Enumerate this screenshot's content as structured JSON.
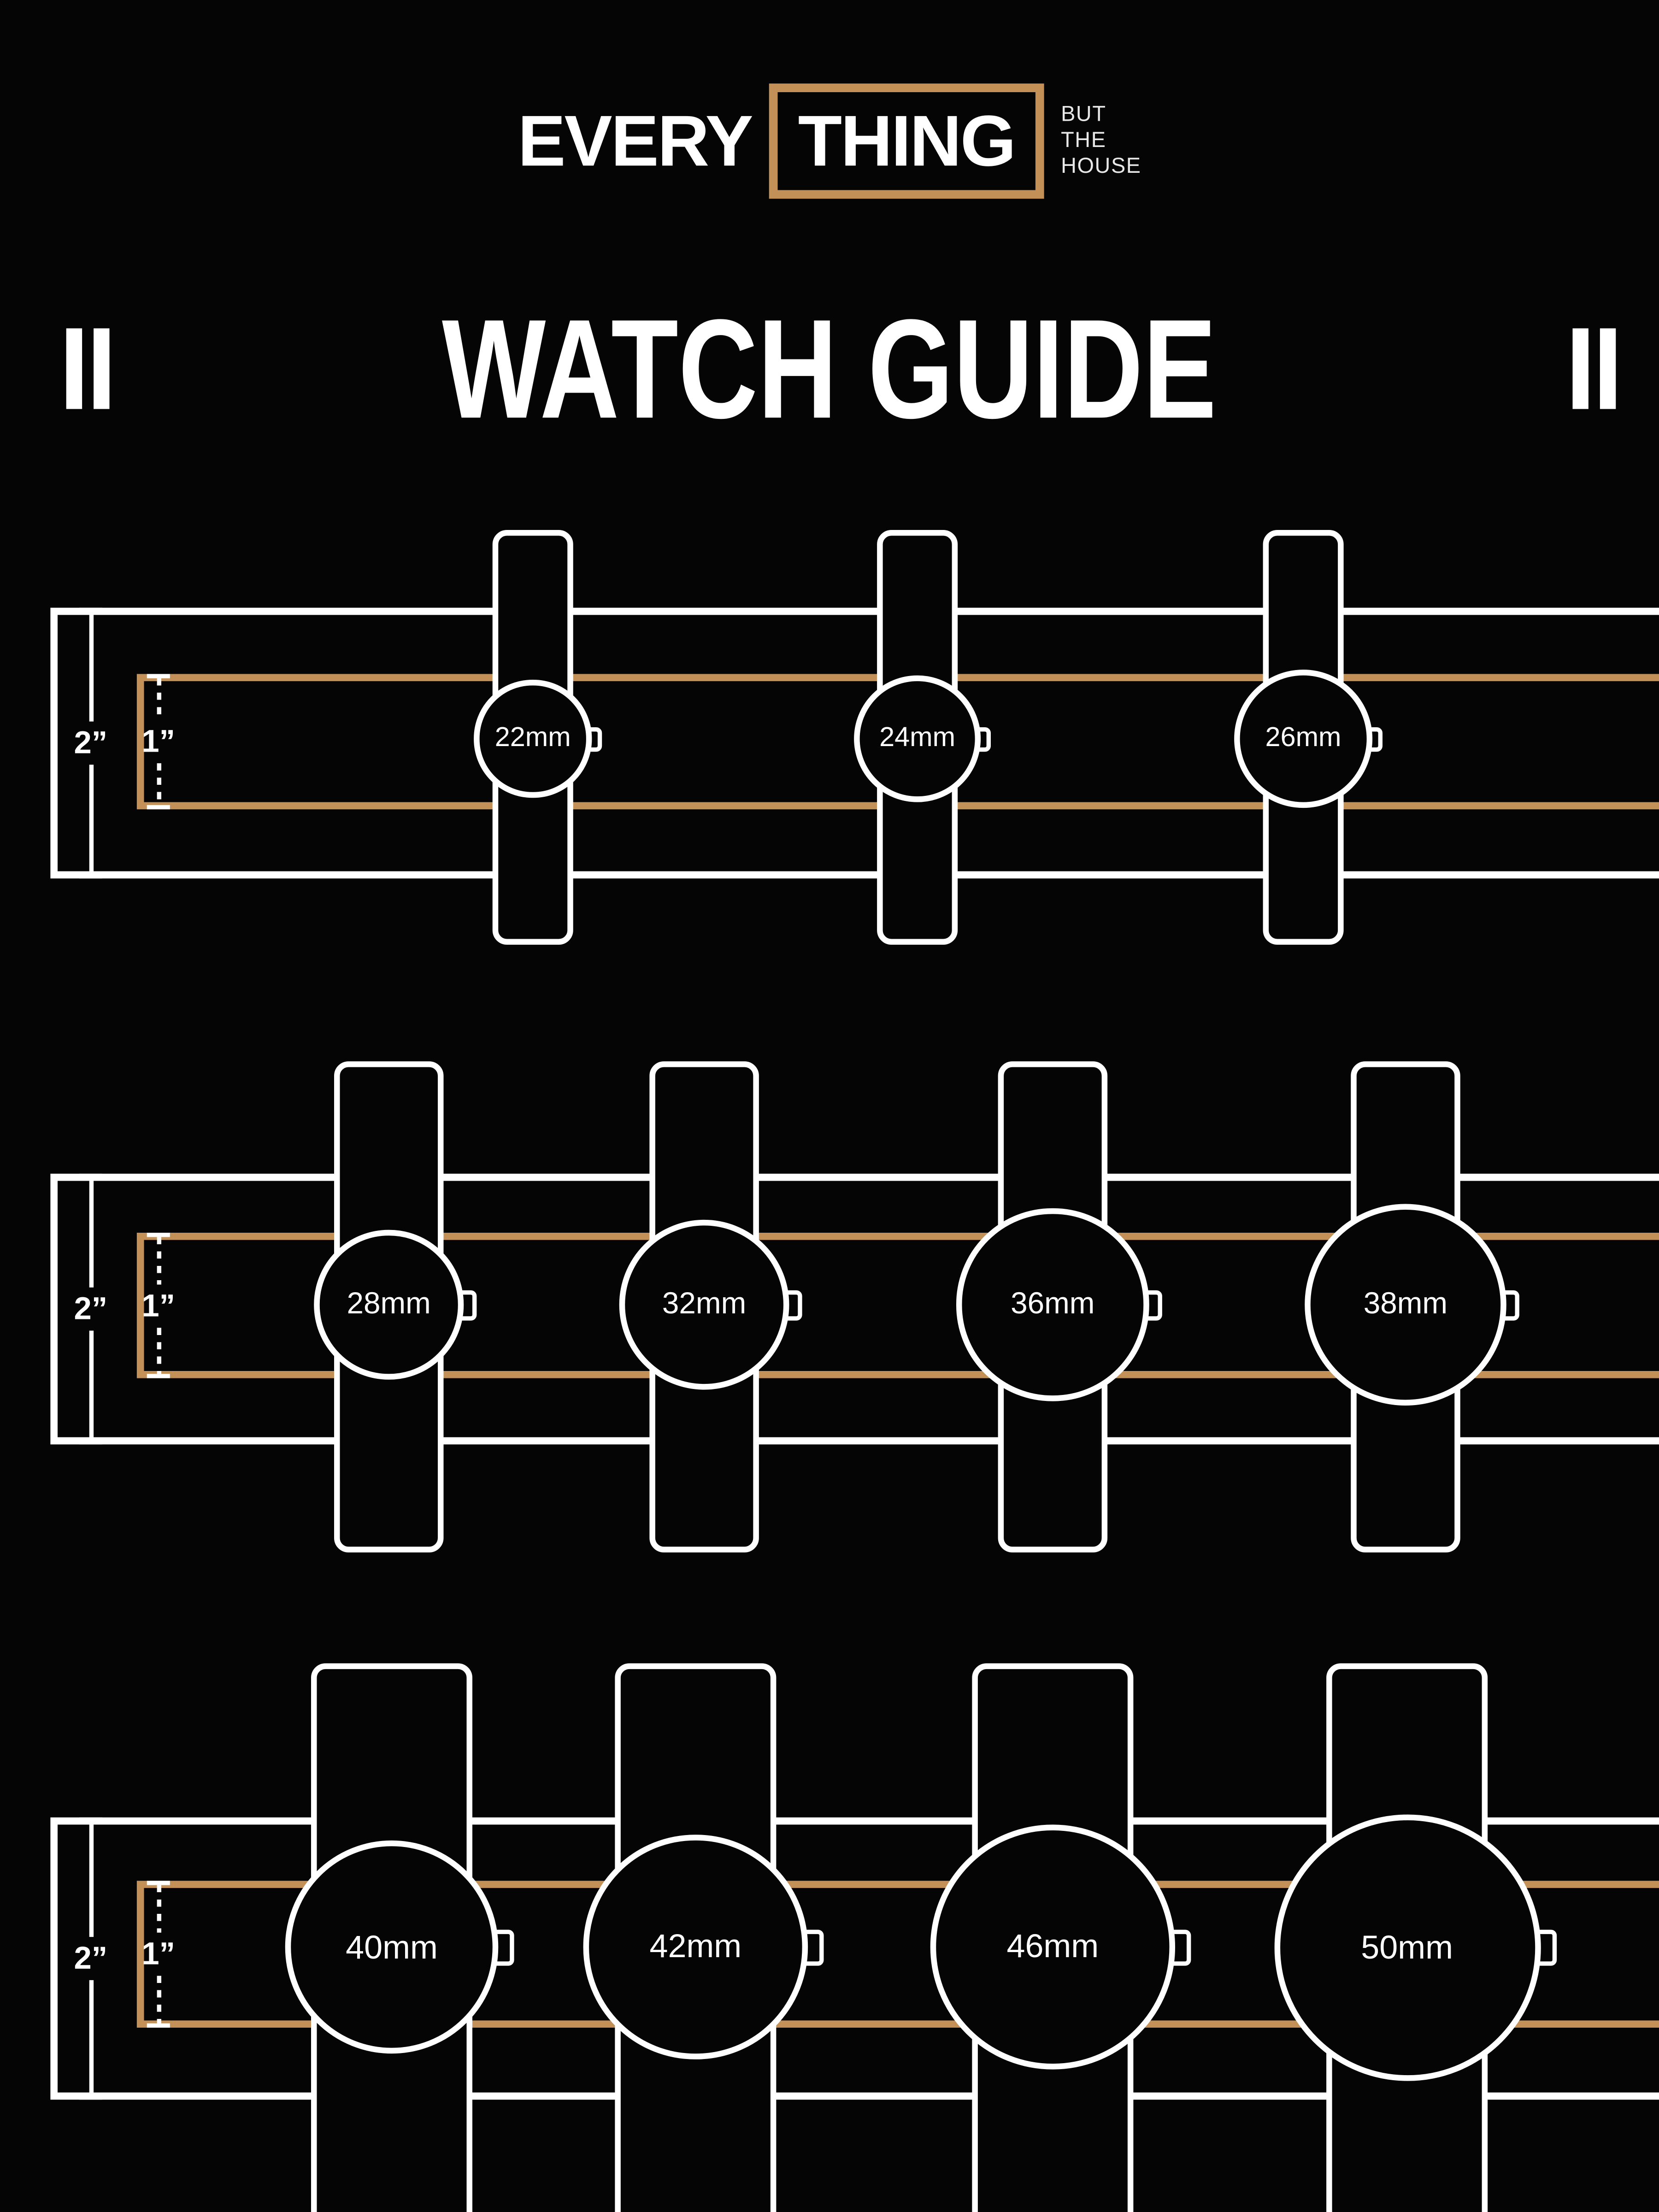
{
  "colors": {
    "background": "#050505",
    "white": "#ffffff",
    "tan": "#c39158"
  },
  "brand": {
    "every": "EVERY",
    "thing": "THING",
    "tagline": [
      "BUT",
      "THE",
      "HOUSE"
    ]
  },
  "title": "WATCH GUIDE",
  "dimensions": {
    "outer_label": "2”",
    "inner_label": "1”"
  },
  "rows": [
    {
      "watches": [
        {
          "label": "22mm",
          "mm": 22
        },
        {
          "label": "24mm",
          "mm": 24
        },
        {
          "label": "26mm",
          "mm": 26
        }
      ]
    },
    {
      "watches": [
        {
          "label": "28mm",
          "mm": 28
        },
        {
          "label": "32mm",
          "mm": 32
        },
        {
          "label": "36mm",
          "mm": 36
        },
        {
          "label": "38mm",
          "mm": 38
        }
      ]
    },
    {
      "watches": [
        {
          "label": "40mm",
          "mm": 40
        },
        {
          "label": "42mm",
          "mm": 42
        },
        {
          "label": "46mm",
          "mm": 46
        },
        {
          "label": "50mm",
          "mm": 50
        }
      ]
    }
  ]
}
